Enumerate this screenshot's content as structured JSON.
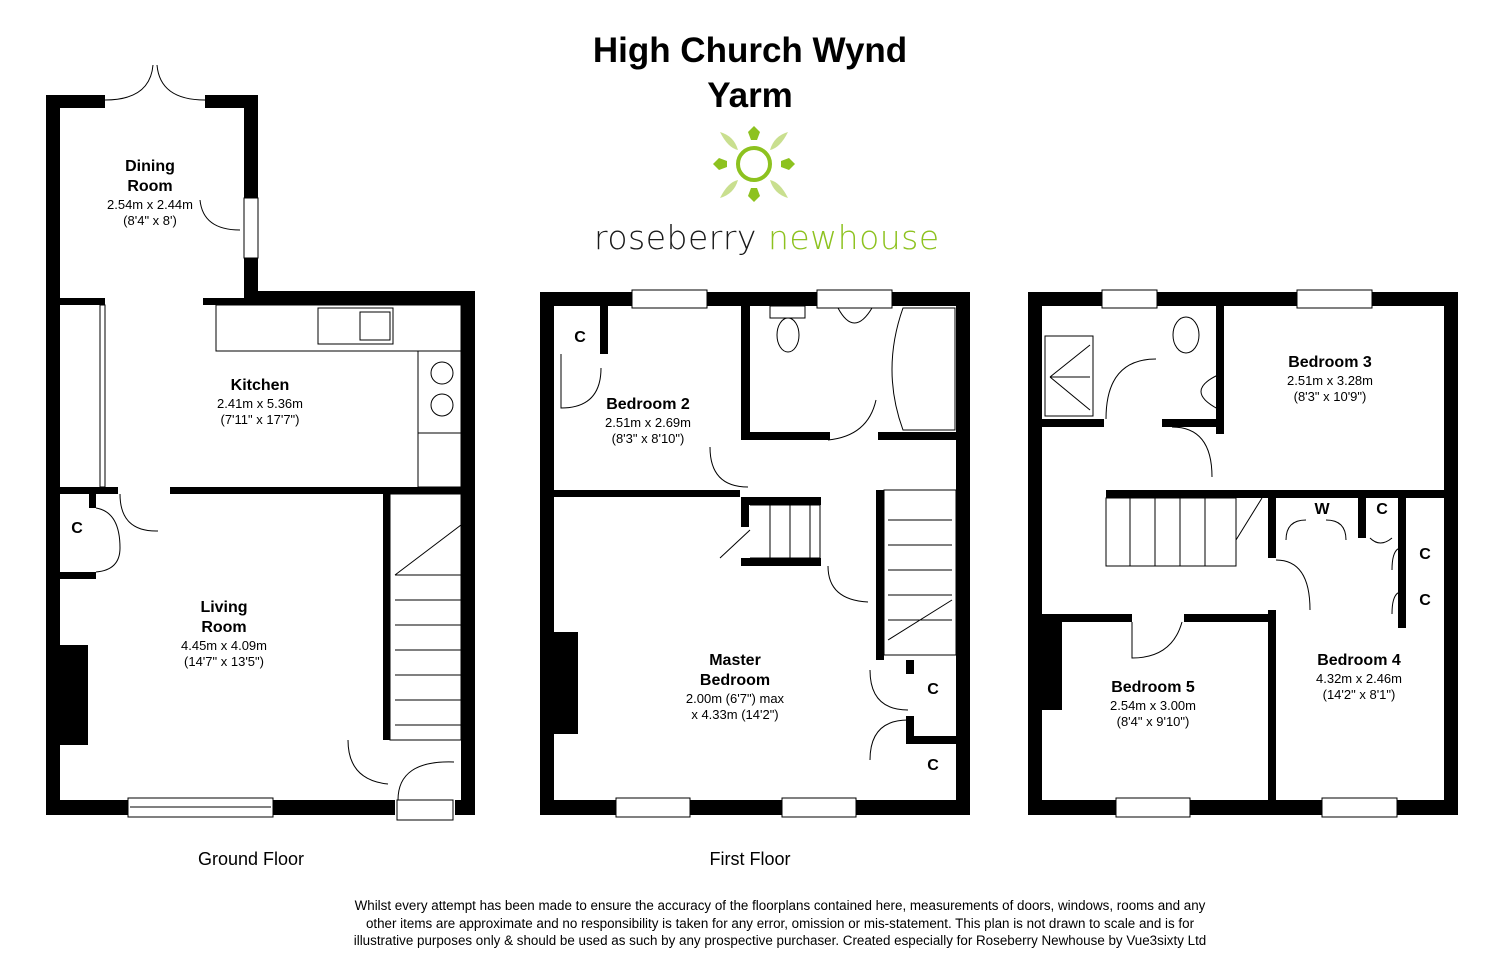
{
  "header": {
    "title_line1": "High Church Wynd",
    "title_line2": "Yarm"
  },
  "brand": {
    "name_part1": "roseberry",
    "name_part2": "newhouse",
    "color_dark": "#1a1a1a",
    "color_green": "#8dc21f",
    "logo_icon": "fleur-de-lis-wreath-icon"
  },
  "ground_floor": {
    "label": "Ground Floor",
    "rooms": [
      {
        "name": "Dining\nRoom",
        "line1": "Dining",
        "line2": "Room",
        "metric": "2.54m x 2.44m",
        "imperial": "(8'4\" x 8')"
      },
      {
        "name": "Kitchen",
        "metric": "2.41m x 5.36m",
        "imperial": "(7'11\" x 17'7\")"
      },
      {
        "line1": "Living",
        "line2": "Room",
        "metric": "4.45m x 4.09m",
        "imperial": "(14'7\" x 13'5\")"
      }
    ],
    "cupboards": [
      "C"
    ]
  },
  "first_floor": {
    "label": "First Floor",
    "rooms": [
      {
        "name": "Bedroom 2",
        "metric": "2.51m x 2.69m",
        "imperial": "(8'3\" x 8'10\")"
      },
      {
        "line1": "Master",
        "line2": "Bedroom",
        "metric": "2.00m (6'7\") max",
        "imperial": "x 4.33m (14'2\")"
      }
    ],
    "cupboards": [
      "C",
      "C",
      "C"
    ]
  },
  "second_floor": {
    "rooms": [
      {
        "name": "Bedroom 3",
        "metric": "2.51m x 3.28m",
        "imperial": "(8'3\" x 10'9\")"
      },
      {
        "name": "Bedroom 4",
        "metric": "4.32m x 2.46m",
        "imperial": "(14'2\" x 8'1\")"
      },
      {
        "name": "Bedroom 5",
        "metric": "2.54m x 3.00m",
        "imperial": "(8'4\" x 9'10\")"
      }
    ],
    "wardrobe": "W",
    "cupboards": [
      "C",
      "C",
      "C"
    ]
  },
  "disclaimer": {
    "line1": "Whilst every attempt has been made to ensure the accuracy of the floorplans contained here, measurements of doors, windows, rooms and any",
    "line2": "other items are approximate and no responsibility is taken for any error, omission or mis-statement. This plan is not drawn to scale and is for",
    "line3": "illustrative purposes only & should be used as such by any prospective purchaser. Created especially for Roseberry Newhouse by Vue3sixty Ltd"
  }
}
